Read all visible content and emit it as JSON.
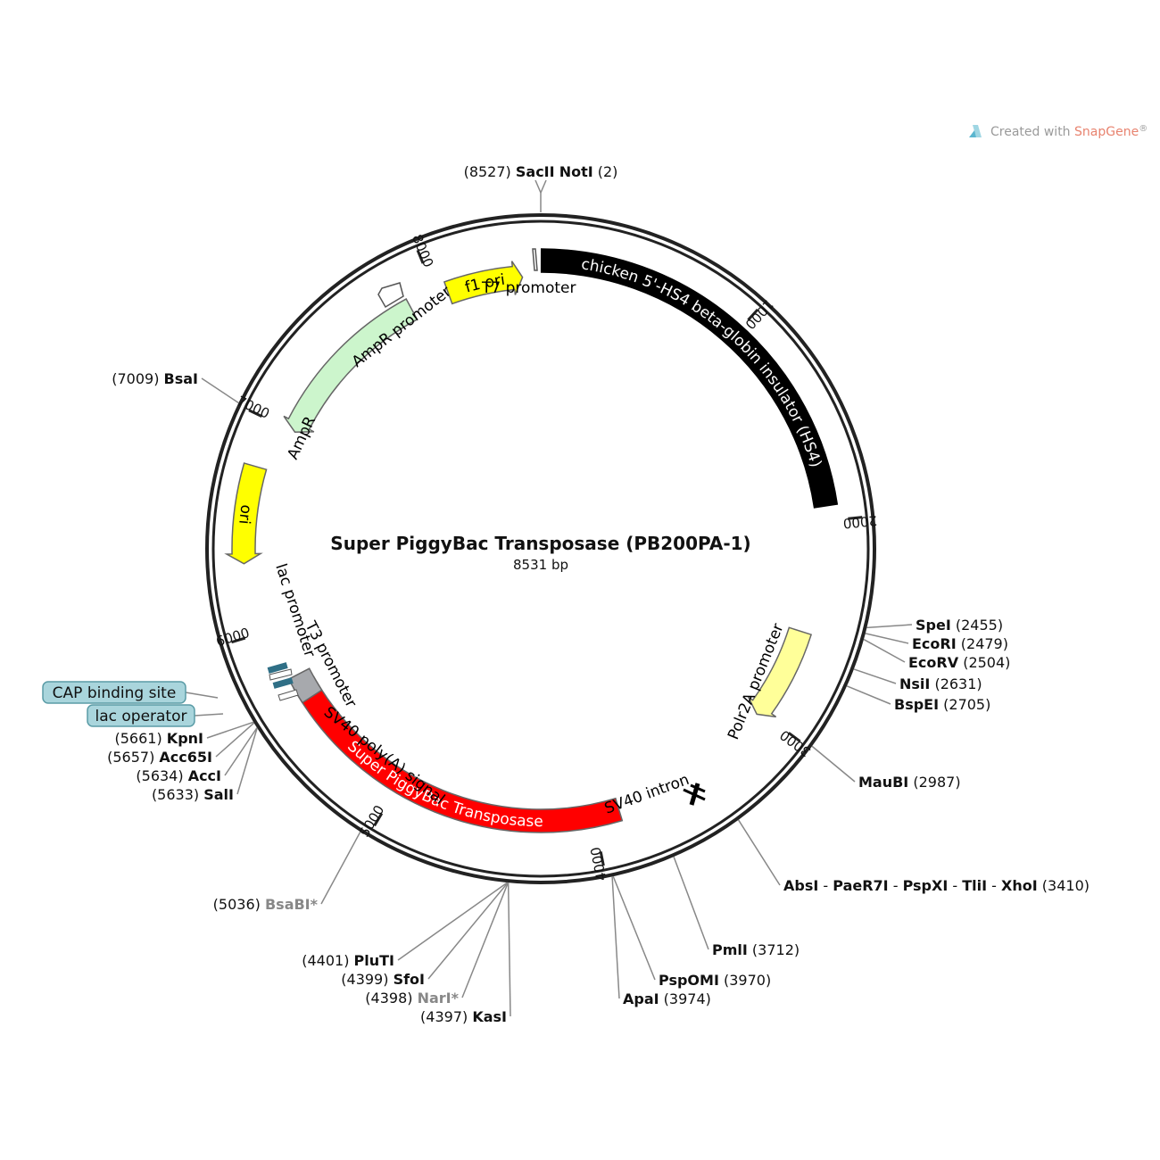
{
  "credit": {
    "prefix": "Created with ",
    "brand": "SnapGene",
    "mark": "®"
  },
  "plasmid": {
    "name": "Super PiggyBac Transposase (PB200PA-1)",
    "size_label": "8531 bp",
    "length": 8531
  },
  "colors": {
    "hs4": "#000000",
    "f1ori": "#ffff00",
    "ampr": "#ccf5cc",
    "ori": "#ffff00",
    "polr2a": "#ffff99",
    "transposase": "#ff0000",
    "sv40pa": "#a7a9ad",
    "box_fill": "#a9d5dc",
    "box_stroke": "#5a9ca6"
  },
  "ticks": [
    {
      "pos": 1000,
      "label": "1000"
    },
    {
      "pos": 2000,
      "label": "2000"
    },
    {
      "pos": 3000,
      "label": "3000"
    },
    {
      "pos": 4000,
      "label": "4000"
    },
    {
      "pos": 5000,
      "label": "5000"
    },
    {
      "pos": 6000,
      "label": "6000"
    },
    {
      "pos": 7000,
      "label": "7000"
    },
    {
      "pos": 8000,
      "label": "8000"
    }
  ],
  "features": [
    {
      "id": "hs4",
      "label": "chicken 5'-HS4 beta-globin insulator (HS4)",
      "start": 3,
      "end": 1930,
      "direction": "none",
      "color": "#000000",
      "text_color": "#ffffff",
      "label_inside": true
    },
    {
      "id": "f1ori",
      "label": "f1 ori",
      "start": 8060,
      "end": 8440,
      "direction": "forward",
      "color": "#ffff00",
      "text_color": "#000000",
      "label_inside": true
    },
    {
      "id": "amprpromoter",
      "label": "AmpR promoter",
      "start": 7860,
      "end": 7960,
      "direction": "reverse",
      "color": "#ffffff",
      "text_color": "#000000",
      "label_inside": false
    },
    {
      "id": "ampr",
      "label": "AmpR",
      "start": 7000,
      "end": 7860,
      "direction": "reverse",
      "color": "#ccf5cc",
      "text_color": "#000000",
      "label_inside": false
    },
    {
      "id": "ori",
      "label": "ori",
      "start": 6330,
      "end": 6780,
      "direction": "reverse",
      "color": "#ffff00",
      "text_color": "#000000",
      "label_inside": true
    },
    {
      "id": "polr2a",
      "label": "Polr2A promoter",
      "start": 2550,
      "end": 3020,
      "direction": "forward",
      "color": "#ffff99",
      "text_color": "#000000",
      "label_inside": false
    },
    {
      "id": "transposase",
      "label": "Super PiggyBac Transposase",
      "start": 3870,
      "end": 5700,
      "direction": "none",
      "color": "#ff0000",
      "text_color": "#ffffff",
      "label_inside": true
    },
    {
      "id": "sv40pa",
      "label": "SV40 poly(A) signal",
      "start": 5620,
      "end": 5750,
      "direction": "none",
      "color": "#a7a9ad",
      "text_color": "#000000",
      "label_inside": false
    }
  ],
  "labels": {
    "t7": "T7 promoter",
    "lac": "lac promoter",
    "t3": "T3 promoter",
    "sv40intron": "SV40 intron",
    "ampr_promoter": "AmpR promoter",
    "ampr": "AmpR",
    "polr2a": "Polr2A promoter",
    "sv40pa": "SV40 poly(A) signal"
  },
  "boxes": [
    {
      "id": "cap",
      "label": "CAP binding site"
    },
    {
      "id": "lacop",
      "label": "lac operator"
    }
  ],
  "sites": [
    {
      "id": "top",
      "pos_text_left": "(8527)",
      "names": [
        "SacII",
        "NotI"
      ],
      "pos_text_right": "(2)",
      "pos": 8530
    },
    {
      "id": "bsai",
      "names": [
        "BsaI"
      ],
      "pos_text_left": "(7009)",
      "pos": 7009
    },
    {
      "id": "spei",
      "names": [
        "SpeI"
      ],
      "pos_text_right": "(2455)",
      "pos": 2455
    },
    {
      "id": "ecori",
      "names": [
        "EcoRI"
      ],
      "pos_text_right": "(2479)",
      "pos": 2479
    },
    {
      "id": "ecorv",
      "names": [
        "EcoRV"
      ],
      "pos_text_right": "(2504)",
      "pos": 2504
    },
    {
      "id": "nsii",
      "names": [
        "NsiI"
      ],
      "pos_text_right": "(2631)",
      "pos": 2631
    },
    {
      "id": "bspei",
      "names": [
        "BspEI"
      ],
      "pos_text_right": "(2705)",
      "pos": 2705
    },
    {
      "id": "maubi",
      "names": [
        "MauBI"
      ],
      "pos_text_right": "(2987)",
      "pos": 2987
    },
    {
      "id": "xhoi",
      "names": [
        "AbsI",
        "PaeR7I",
        "PspXI",
        "TliI",
        "XhoI"
      ],
      "separator": " - ",
      "pos_text_right": "(3410)",
      "pos": 3410
    },
    {
      "id": "pmli",
      "names": [
        "PmlI"
      ],
      "pos_text_right": "(3712)",
      "pos": 3712
    },
    {
      "id": "pspomi",
      "names": [
        "PspOMI"
      ],
      "pos_text_right": "(3970)",
      "pos": 3970
    },
    {
      "id": "apai",
      "names": [
        "ApaI"
      ],
      "pos_text_right": "(3974)",
      "pos": 3974
    },
    {
      "id": "kasi",
      "names": [
        "KasI"
      ],
      "pos_text_left": "(4397)",
      "pos": 4397
    },
    {
      "id": "nari",
      "names": [
        "NarI*"
      ],
      "pos_text_left": "(4398)",
      "pos": 4398,
      "muted": true
    },
    {
      "id": "sfoi",
      "names": [
        "SfoI"
      ],
      "pos_text_left": "(4399)",
      "pos": 4399
    },
    {
      "id": "pluti",
      "names": [
        "PluTI"
      ],
      "pos_text_left": "(4401)",
      "pos": 4401
    },
    {
      "id": "bsabi",
      "names": [
        "BsaBI*"
      ],
      "pos_text_left": "(5036)",
      "pos": 5036,
      "muted": true
    },
    {
      "id": "sali",
      "names": [
        "SalI"
      ],
      "pos_text_left": "(5633)",
      "pos": 5633
    },
    {
      "id": "acci",
      "names": [
        "AccI"
      ],
      "pos_text_left": "(5634)",
      "pos": 5634
    },
    {
      "id": "acc65i",
      "names": [
        "Acc65I"
      ],
      "pos_text_left": "(5657)",
      "pos": 5657
    },
    {
      "id": "kpni",
      "names": [
        "KpnI"
      ],
      "pos_text_left": "(5661)",
      "pos": 5661
    }
  ]
}
